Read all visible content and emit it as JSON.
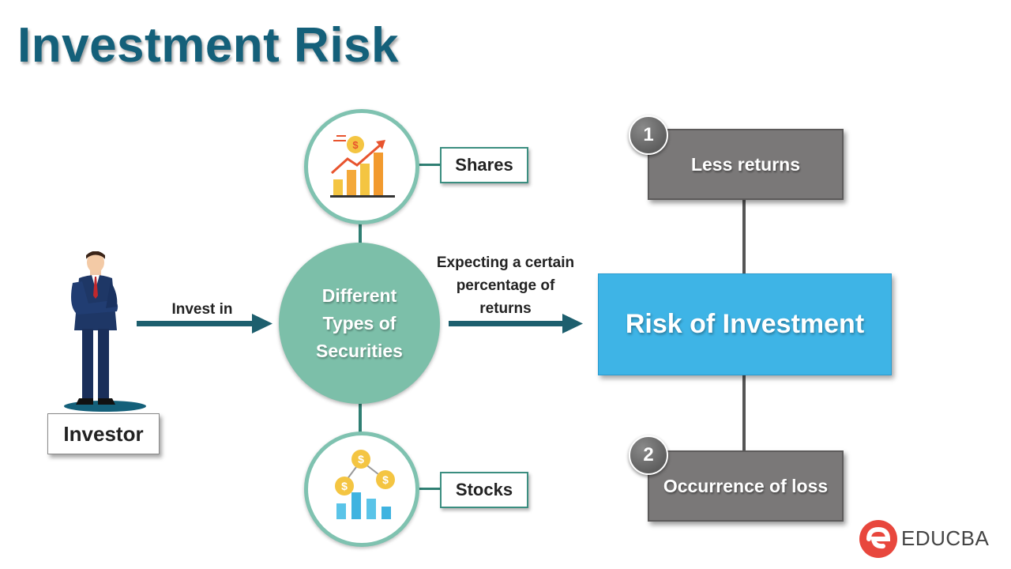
{
  "title": "Investment Risk",
  "investor": {
    "label": "Investor"
  },
  "arrow_invest": {
    "label": "Invest in"
  },
  "center": {
    "lines": [
      "Different",
      "Types of",
      "Securities"
    ]
  },
  "arrow_expect": {
    "lines": [
      "Expecting a certain",
      "percentage of",
      "returns"
    ]
  },
  "securities": [
    {
      "label": "Shares",
      "icon": "rising-bar-chart-icon"
    },
    {
      "label": "Stocks",
      "icon": "dollar-coins-chart-icon"
    }
  ],
  "risk": {
    "label": "Risk of Investment"
  },
  "risks": [
    {
      "number": "1",
      "label": "Less returns"
    },
    {
      "number": "2",
      "label": "Occurrence of loss"
    }
  ],
  "brand": {
    "name": "EDUCBA"
  },
  "colors": {
    "title": "#14607a",
    "teal": "#7cbfa9",
    "risk": "#3eb4e6",
    "grey": "#7a7878",
    "brand": "#e8473d"
  }
}
